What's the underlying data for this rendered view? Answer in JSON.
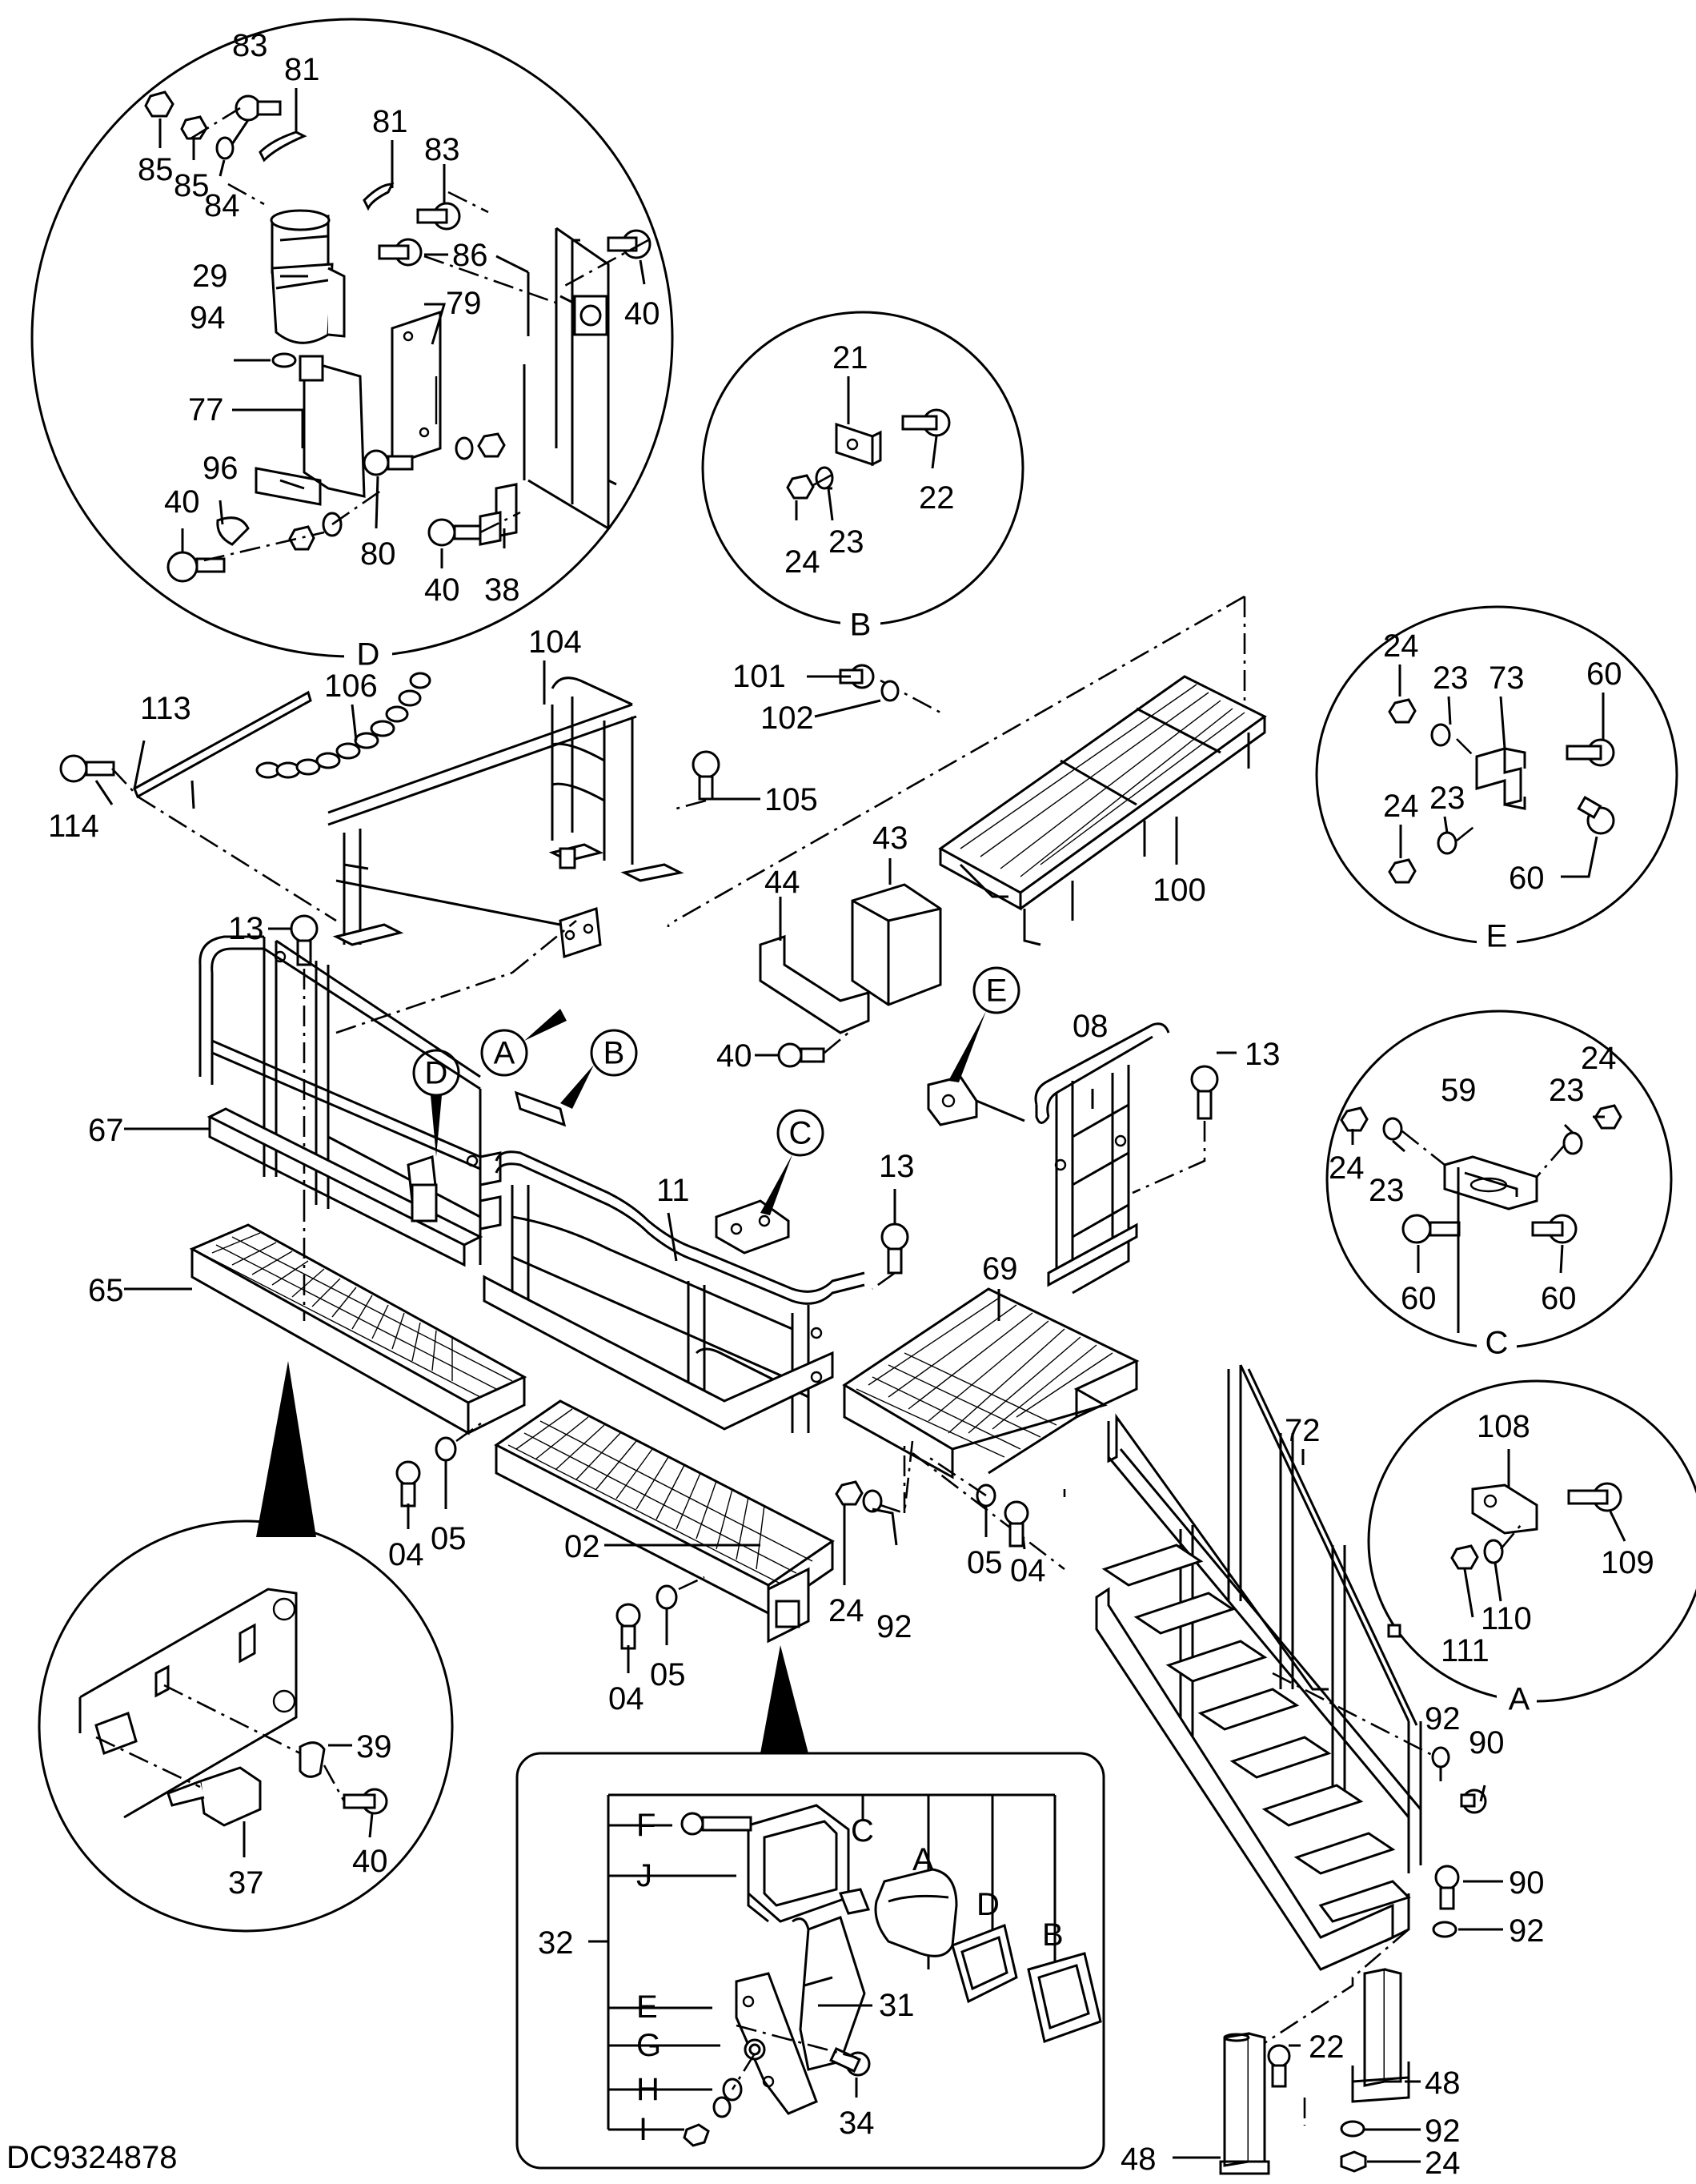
{
  "drawing_code": "DC9324878",
  "detail_letters": {
    "D": "D",
    "B": "B",
    "E": "E",
    "C": "C",
    "A": "A"
  },
  "callouts": {
    "A": "A",
    "B": "B",
    "C": "C",
    "D": "D",
    "E": "E"
  },
  "lamp_letters": {
    "F": "F",
    "J": "J",
    "C": "C",
    "A": "A",
    "D": "D",
    "B": "B",
    "E": "E",
    "G": "G",
    "H": "H",
    "I": "I"
  },
  "parts": {
    "p83a": "83",
    "p81a": "81",
    "p85a": "85",
    "p85b": "85",
    "p84": "84",
    "p81b": "81",
    "p83b": "83",
    "p86": "86",
    "p40a": "40",
    "p29": "29",
    "p79": "79",
    "p94": "94",
    "p77": "77",
    "p96": "96",
    "p40b": "40",
    "p80": "80",
    "p40c": "40",
    "p38": "38",
    "p21": "21",
    "p22a": "22",
    "p23a": "23",
    "p24a": "24",
    "p24b": "24",
    "p23b": "23",
    "p73": "73",
    "p60a": "60",
    "p24c": "24",
    "p23c": "23",
    "p60b": "60",
    "p104": "104",
    "p113": "113",
    "p106": "106",
    "p114": "114",
    "p105": "105",
    "p101": "101",
    "p102": "102",
    "p100": "100",
    "p43": "43",
    "p44": "44",
    "p40d": "40",
    "p13a": "13",
    "p13b": "13",
    "p13c": "13",
    "p08": "08",
    "p67": "67",
    "p11": "11",
    "p69": "69",
    "p65": "65",
    "p72": "72",
    "p59": "59",
    "p23d": "23",
    "p24d": "24",
    "p24e": "24",
    "p23e": "23",
    "p60c": "60",
    "p60d": "60",
    "p108": "108",
    "p109": "109",
    "p110": "110",
    "p111": "111",
    "p04a": "04",
    "p05a": "05",
    "p02": "02",
    "p24f": "24",
    "p92a": "92",
    "p05b": "05",
    "p04b": "04",
    "p04c": "04",
    "p05c": "05",
    "p39": "39",
    "p40e": "40",
    "p37": "37",
    "p32": "32",
    "p31": "31",
    "p34": "34",
    "p92b": "92",
    "p90a": "90",
    "p90b": "90",
    "p92c": "92",
    "p22b": "22",
    "p48a": "48",
    "p48b": "48",
    "p92d": "92",
    "p24g": "24"
  }
}
